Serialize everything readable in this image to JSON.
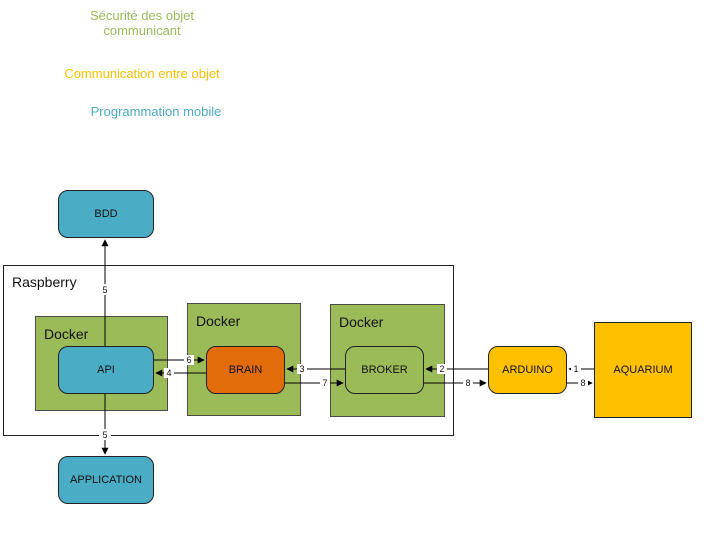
{
  "legend": {
    "securite": "Sécurité des objet\ncommunicant",
    "securite_line1": "Sécurité des objet",
    "securite_line2": "communicant",
    "communication": "Communication entre objet",
    "programmation": "Programmation mobile"
  },
  "colors": {
    "securite": "#9bbb59",
    "communication": "#ffc000",
    "programmation": "#4bacc6",
    "docker_bg": "#9bbb59",
    "blue_node": "#4bacc6",
    "brain": "#e36c0a",
    "arduino": "#ffc000",
    "aquarium": "#ffc000"
  },
  "raspberry": {
    "label": "Raspberry"
  },
  "dockers": [
    {
      "label": "Docker"
    },
    {
      "label": "Docker"
    },
    {
      "label": "Docker"
    }
  ],
  "nodes": {
    "bdd": "BDD",
    "api": "API",
    "brain": "BRAIN",
    "broker": "BROKER",
    "arduino": "ARDUINO",
    "aquarium": "AQUARIUM",
    "application": "APPLICATION"
  },
  "edges": {
    "api_bdd": "5",
    "api_application": "5",
    "api_brain": "6",
    "brain_api": "4",
    "broker_brain": "3",
    "brain_broker": "7",
    "arduino_broker": "2",
    "broker_arduino": "8",
    "aquarium_arduino": "1",
    "arduino_aquarium": "8"
  }
}
